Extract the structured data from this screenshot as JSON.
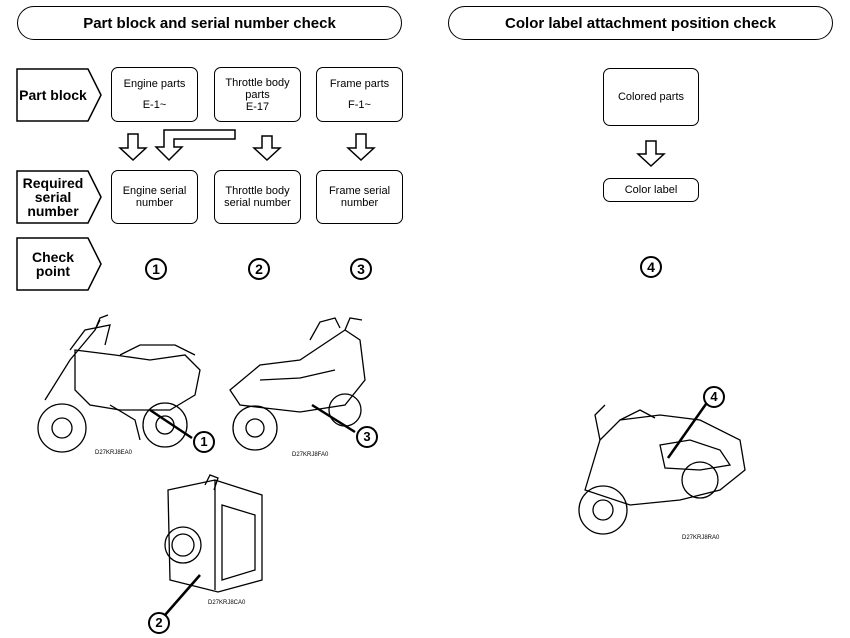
{
  "headers": {
    "left": "Part block and serial number check",
    "right": "Color label attachment position check"
  },
  "row_labels": {
    "part_block": "Part block",
    "required_serial_number": "Required\nserial\nnumber",
    "check_point": "Check\npoint"
  },
  "part_blocks": [
    {
      "name": "Engine parts",
      "code": "E-1~"
    },
    {
      "name": "Throttle body\nparts",
      "code": "E-17"
    },
    {
      "name": "Frame parts",
      "code": "F-1~"
    }
  ],
  "serial_numbers": [
    "Engine serial\nnumber",
    "Throttle body\nserial number",
    "Frame serial\nnumber"
  ],
  "check_points": [
    "1",
    "2",
    "3"
  ],
  "color_check": {
    "colored_parts": "Colored parts",
    "color_label": "Color label",
    "check_point": "4"
  },
  "illustrations": {
    "scooter_left_code": "D27KRJ8EA0",
    "scooter_rear_code": "D27KRJ8FA0",
    "throttle_body_code": "D27KRJ8CA0",
    "scooter_right_code": "D27KRJ8RA0",
    "callouts": [
      "1",
      "3",
      "2",
      "4"
    ]
  }
}
